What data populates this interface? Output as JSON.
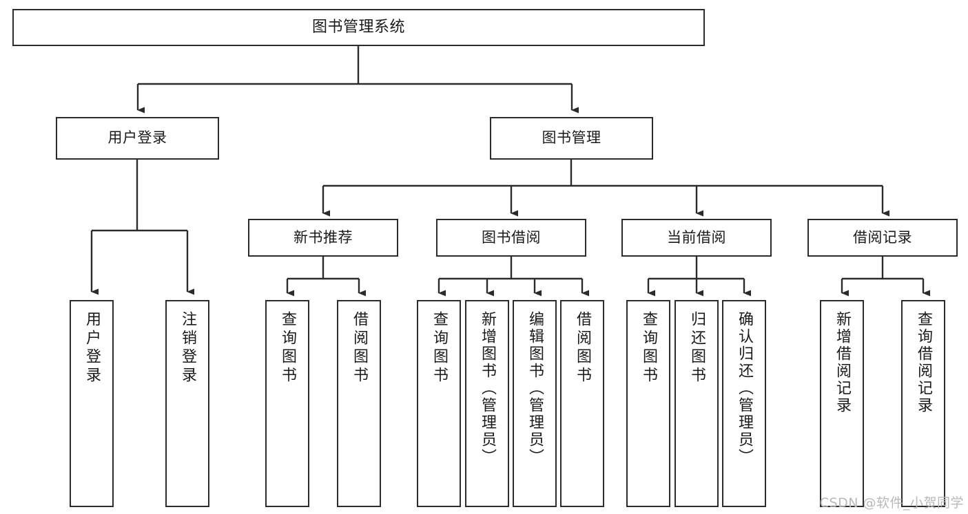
{
  "diagram": {
    "title": "图书管理系统",
    "type": "tree-hierarchy-chart",
    "nodes": {
      "root": {
        "label": "图书管理系统"
      },
      "level1": [
        {
          "id": "user-login",
          "label": "用户登录"
        },
        {
          "id": "book-manage",
          "label": "图书管理"
        }
      ],
      "level2": [
        {
          "id": "new-book-recommend",
          "label": "新书推荐"
        },
        {
          "id": "book-borrow",
          "label": "图书借阅"
        },
        {
          "id": "current-borrow",
          "label": "当前借阅"
        },
        {
          "id": "borrow-record",
          "label": "借阅记录"
        }
      ],
      "leaves": [
        {
          "id": "leaf-user-login",
          "label": "用户登录"
        },
        {
          "id": "leaf-logout-login",
          "label": "注销登录"
        },
        {
          "id": "leaf-query-book-1",
          "label": "查询图书"
        },
        {
          "id": "leaf-borrow-book-1",
          "label": "借阅图书"
        },
        {
          "id": "leaf-query-book-2",
          "label": "查询图书"
        },
        {
          "id": "leaf-add-book",
          "label": "新增图书（管理员）"
        },
        {
          "id": "leaf-edit-book",
          "label": "编辑图书（管理员）"
        },
        {
          "id": "leaf-borrow-book-2",
          "label": "借阅图书"
        },
        {
          "id": "leaf-query-book-3",
          "label": "查询图书"
        },
        {
          "id": "leaf-return-book",
          "label": "归还图书"
        },
        {
          "id": "leaf-confirm-return",
          "label": "确认归还（管理员）"
        },
        {
          "id": "leaf-add-record",
          "label": "新增借阅记录"
        },
        {
          "id": "leaf-query-record",
          "label": "查询借阅记录"
        }
      ]
    },
    "colors": {
      "border": "#2b2b2b",
      "text": "#1a1a1a",
      "background": "#ffffff",
      "watermark": "#b9b9b9"
    }
  },
  "watermark": {
    "text": "CSDN @软件_小贺同学"
  }
}
